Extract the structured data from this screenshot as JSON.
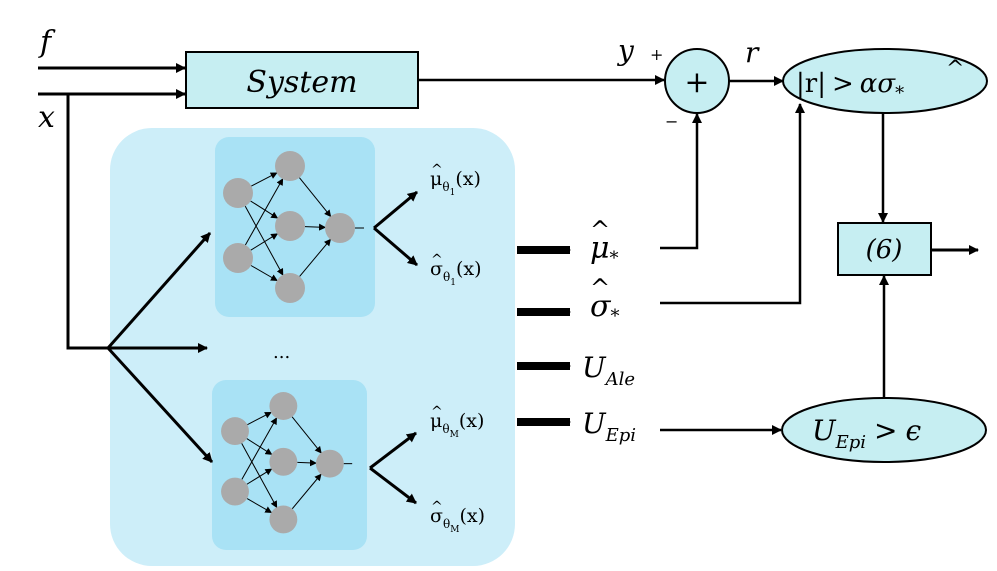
{
  "inputs": {
    "f": "f",
    "x": "x"
  },
  "system_block": {
    "label": "System"
  },
  "sum": {
    "output": "y",
    "plus_sign": "+",
    "minus_sign": "−",
    "operator": "+",
    "residual": "r"
  },
  "threshold_residual": {
    "lhs": "|r|",
    "gt": ">",
    "alpha": "α",
    "sigma": "σ",
    "hat": "^",
    "star": "*"
  },
  "decision_block": {
    "label": "(6)"
  },
  "threshold_epistemic": {
    "u": "U",
    "sub": "Epi",
    "gt": ">",
    "eps": "ϵ"
  },
  "ensemble": {
    "ellipsis": "...",
    "networks": [
      {
        "mu": "μ",
        "sigma": "σ",
        "hat": "^",
        "theta": "θ",
        "index": "1",
        "arg": "(x)"
      },
      {
        "mu": "μ",
        "sigma": "σ",
        "hat": "^",
        "theta": "θ",
        "index": "M",
        "arg": "(x)"
      }
    ]
  },
  "outputs": {
    "mu_star": {
      "sym": "μ",
      "hat": "^",
      "star": "*"
    },
    "sigma_star": {
      "sym": "σ",
      "hat": "^",
      "star": "*"
    },
    "u_ale": {
      "u": "U",
      "sub": "Ale"
    },
    "u_epi": {
      "u": "U",
      "sub": "Epi"
    }
  },
  "colors": {
    "block_fill": "#c6eef2",
    "ensemble_bg": "#cdeef9",
    "network_bg": "#a9e2f5",
    "neuron": "#aaaaaa",
    "stroke": "#000000"
  }
}
